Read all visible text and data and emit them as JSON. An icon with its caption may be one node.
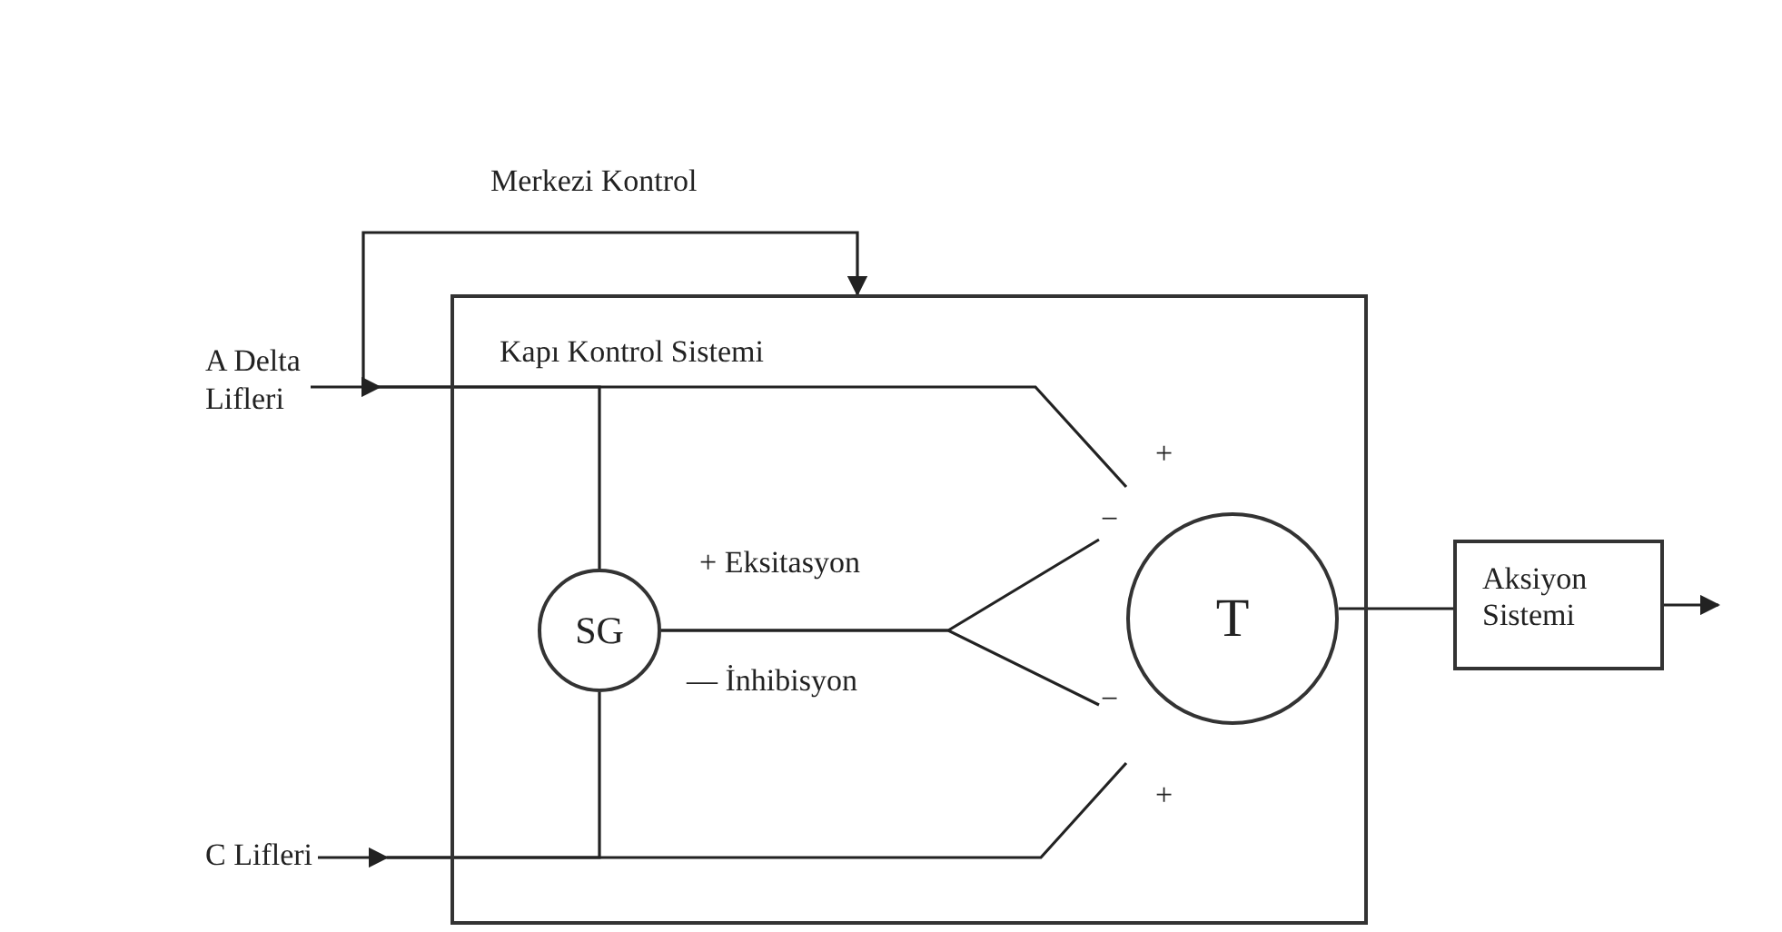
{
  "diagram": {
    "nodes": [
      {
        "text": [
          "Kapı Kontrol Sistemi"
        ]
      },
      {
        "text": [
          "A Delta Lifleri"
        ]
      },
      {
        "text": [
          "C Lifleri"
        ]
      },
      {
        "text": [
          "SG"
        ],
        "in": 0
      },
      {
        "text": [
          "T"
        ],
        "in": 0
      },
      {
        "text": [
          "Aksiyon Sistemi"
        ]
      }
    ],
    "edges": [
      {
        "from": 1,
        "to": 0,
        "arrow": "to",
        "label": "Merkezi Kontrol"
      },
      {
        "from": 1,
        "to": 4,
        "arrow": "none"
      },
      {
        "from": 1,
        "to": null,
        "arrow": "to"
      },
      {
        "from": 2,
        "to": null,
        "arrow": "to"
      },
      {
        "from": 1,
        "to": 3,
        "arrow": "none"
      },
      {
        "from": 2,
        "to": 4,
        "arrow": "none"
      },
      {
        "from": 2,
        "to": 3,
        "arrow": "none"
      },
      {
        "from": 3,
        "to": 4,
        "arrow": "none",
        "label": "+ Eksitasyon"
      },
      {
        "from": 3,
        "to": 4,
        "arrow": "none",
        "label": "— İnhibisyon"
      },
      {
        "from": 4,
        "to": 5,
        "arrow": "none"
      },
      {
        "from": 5,
        "to": null,
        "arrow": "to"
      }
    ],
    "labels": [
      "+",
      "−",
      "−",
      "+"
    ]
  }
}
